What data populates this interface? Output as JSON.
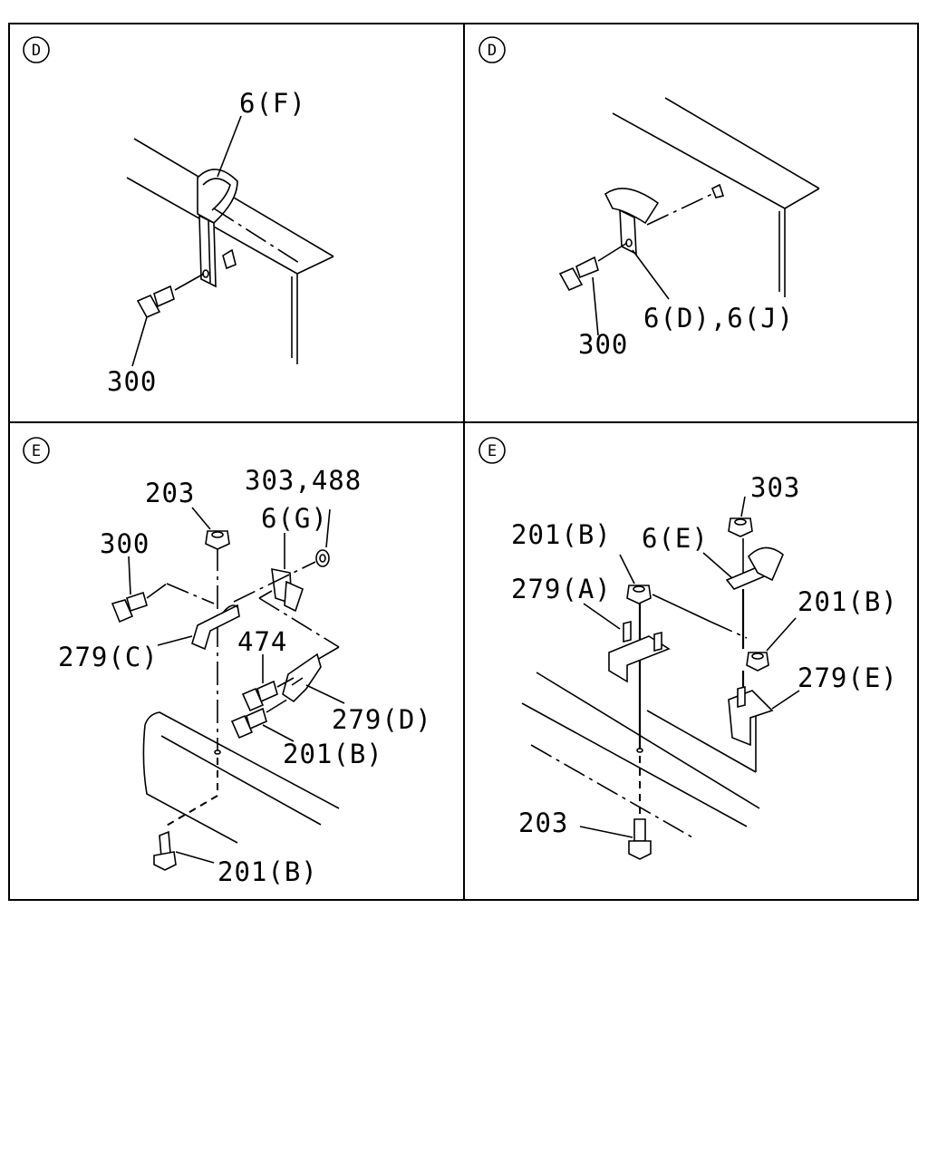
{
  "panels": [
    {
      "view_letter": "D",
      "labels": {
        "bracket": "6(F)",
        "bolt": "300"
      }
    },
    {
      "view_letter": "D",
      "labels": {
        "bracket": "6(D),6(J)",
        "bolt": "300"
      }
    },
    {
      "view_letter": "E",
      "labels": {
        "nut_top": "203",
        "nut_washer": "303,488",
        "bracket": "6(G)",
        "bolt_left": "300",
        "clip_left": "279(C)",
        "bolt_474": "474",
        "clip_right": "279(D)",
        "bolt_201": "201(B)",
        "bolt_bottom": "201(B)"
      }
    },
    {
      "view_letter": "E",
      "labels": {
        "nut_top": "303",
        "nut_left": "201(B)",
        "bracket": "6(E)",
        "clip_left": "279(A)",
        "nut_right": "201(B)",
        "clip_right": "279(E)",
        "bolt_bottom": "203"
      }
    }
  ]
}
